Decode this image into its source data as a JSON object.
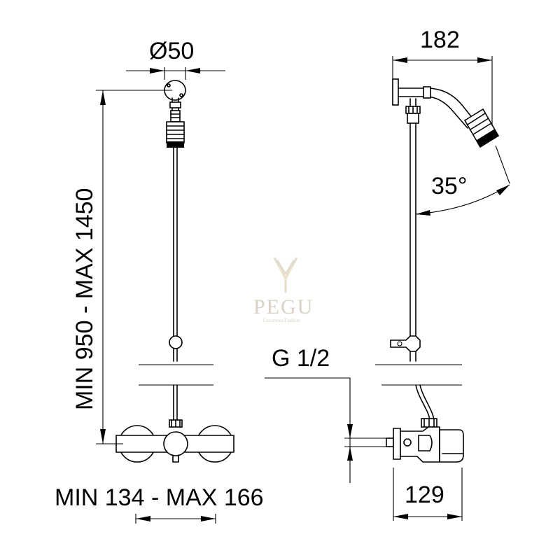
{
  "dimensions": {
    "head_diameter": "Ø50",
    "arm_projection": "182",
    "tilt_angle": "35°",
    "thread": "G 1/2",
    "body_depth": "129",
    "rail_height": "MIN 950 - MAX 1450",
    "centers": "MIN 134 - MAX 166"
  },
  "watermark": {
    "brand": "PEGU",
    "tagline": "Luxurious Fashion"
  },
  "colors": {
    "line": "#000000",
    "watermark": "#d8d2c4"
  }
}
